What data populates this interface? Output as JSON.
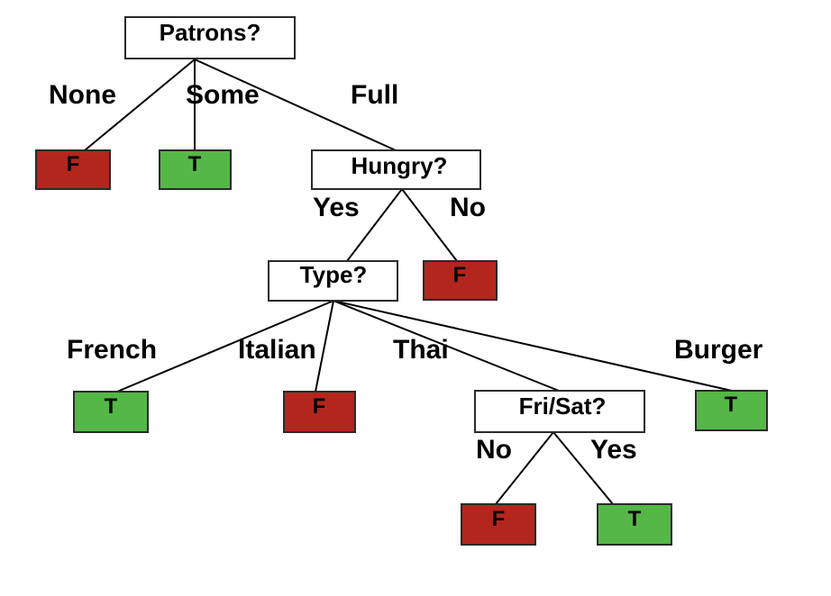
{
  "colors": {
    "false_leaf": "#b3261e",
    "true_leaf": "#55b747",
    "decision_box": "#ffffff",
    "line": "#000000"
  },
  "tree": {
    "root": {
      "label": "Patrons?"
    },
    "branches": {
      "none": "None",
      "some": "Some",
      "full": "Full",
      "hungry_yes": "Yes",
      "hungry_no": "No",
      "french": "French",
      "italian": "Italian",
      "thai": "Thai",
      "burger": "Burger",
      "frisat_no": "No",
      "frisat_yes": "Yes"
    },
    "nodes": {
      "hungry": "Hungry?",
      "type": "Type?",
      "frisat": "Fri/Sat?"
    },
    "leaves": {
      "patrons_none": "F",
      "patrons_some": "T",
      "hungry_no": "F",
      "type_french": "T",
      "type_italian": "F",
      "type_burger": "T",
      "frisat_no": "F",
      "frisat_yes": "T"
    }
  }
}
